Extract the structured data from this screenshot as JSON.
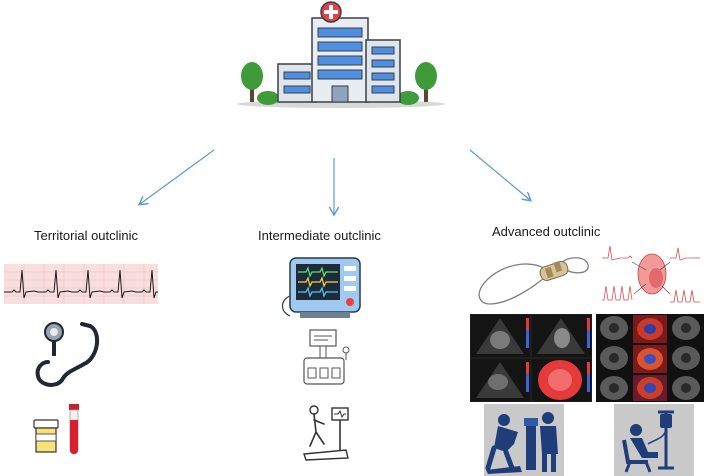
{
  "labels": {
    "territorial": "Territorial outclinic",
    "intermediate": "Intermediate outclinic",
    "advanced": "Advanced outclinic"
  },
  "colors": {
    "arrow": "#5b9bd5",
    "ecg_bg": "#f8dede",
    "ecg_line": "#1a1a1a",
    "building_window": "#4f8fe0",
    "tree": "#3f9b3a",
    "hospital_cross": "#e84040",
    "echo_bg": "#1e1e1e",
    "heatmap_red": "#e43a3a",
    "photo_gray": "#c9c9c9",
    "figure_navy": "#1f3d79"
  },
  "icons": [
    "hospital-building-icon",
    "ecg-strip-icon",
    "stethoscope-icon",
    "sample-cup-icon",
    "blood-tube-icon",
    "patient-monitor-icon",
    "holter-icon",
    "treadmill-icon",
    "loop-recorder-icon",
    "ep-map-icon",
    "echo-panel-icon",
    "cmr-panel-icon",
    "cpet-icon",
    "infusion-icon"
  ]
}
